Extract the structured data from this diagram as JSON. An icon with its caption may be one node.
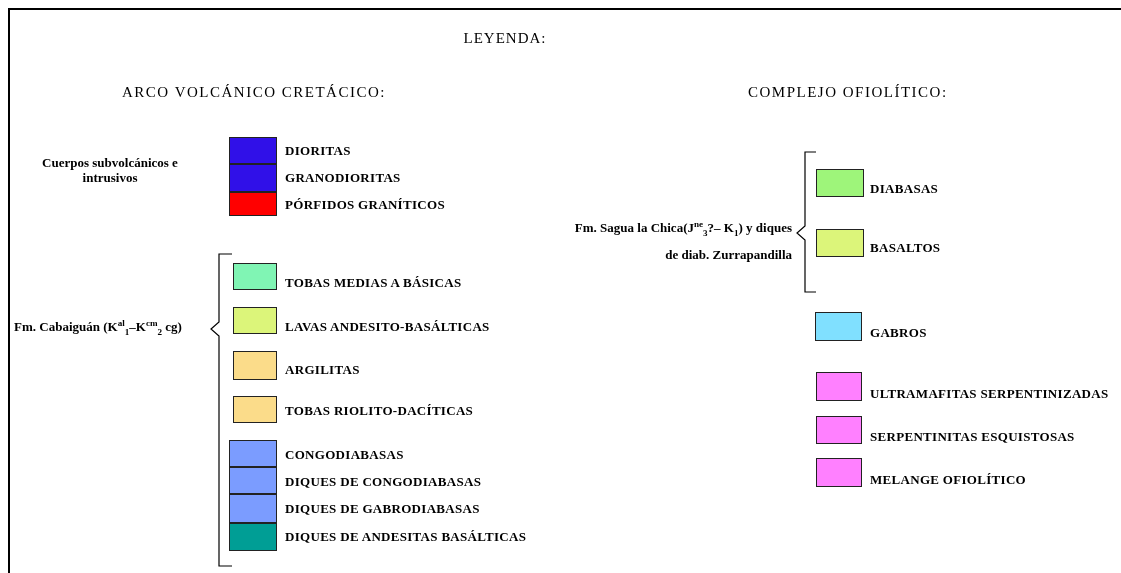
{
  "diagram": {
    "title": "LEYENDA:",
    "labels": [
      "ARCO VOLCÁNICO CRETÁCICO:",
      "COMPLEJO OFIOLÍTICO:",
      "Cuerpos subvolcánicos e intrusivos",
      "Fm. Cabaiguán (K$^{al}$$_{1}$–K$^{cm}$$_{2}$ cg)",
      "Fm. Sagua la Chica(J$^{ne}$$_{3}$?– K$_{1}$) y diques de diab. Zurrapandilla"
    ],
    "legend": [
      {
        "text": "DIORITAS",
        "color": "#3010e8"
      },
      {
        "text": "GRANODIORITAS",
        "color": "#3010e8"
      },
      {
        "text": "PÓRFIDOS GRANÍTICOS",
        "color": "#ff0000"
      },
      {
        "text": "TOBAS MEDIAS A BÁSICAS",
        "color": "#80f5b4"
      },
      {
        "text": "LAVAS ANDESITO-BASÁLTICAS",
        "color": "#dcf57a"
      },
      {
        "text": "ARGILITAS",
        "color": "#fbdc8a"
      },
      {
        "text": "TOBAS RIOLITO-DACÍTICAS",
        "color": "#fbdc8a"
      },
      {
        "text": "CONGODIABASAS",
        "color": "#7b9cff"
      },
      {
        "text": "DIQUES DE CONGODIABASAS",
        "color": "#7b9cff"
      },
      {
        "text": "DIQUES DE GABRODIABASAS",
        "color": "#7b9cff"
      },
      {
        "text": "DIQUES DE ANDESITAS BASÁLTICAS",
        "color": "#009e95"
      },
      {
        "text": "DIABASAS",
        "color": "#9ef57a"
      },
      {
        "text": "BASALTOS",
        "color": "#dcf57a"
      },
      {
        "text": "GABROS",
        "color": "#80e0ff"
      },
      {
        "text": "ULTRAMAFITAS SERPENTINIZADAS",
        "color": "#ff80ff"
      },
      {
        "text": "SERPENTINITAS ESQUISTOSAS",
        "color": "#ff80ff"
      },
      {
        "text": "MELANGE OFIOLÍTICO",
        "color": "#ff80ff"
      }
    ]
  }
}
